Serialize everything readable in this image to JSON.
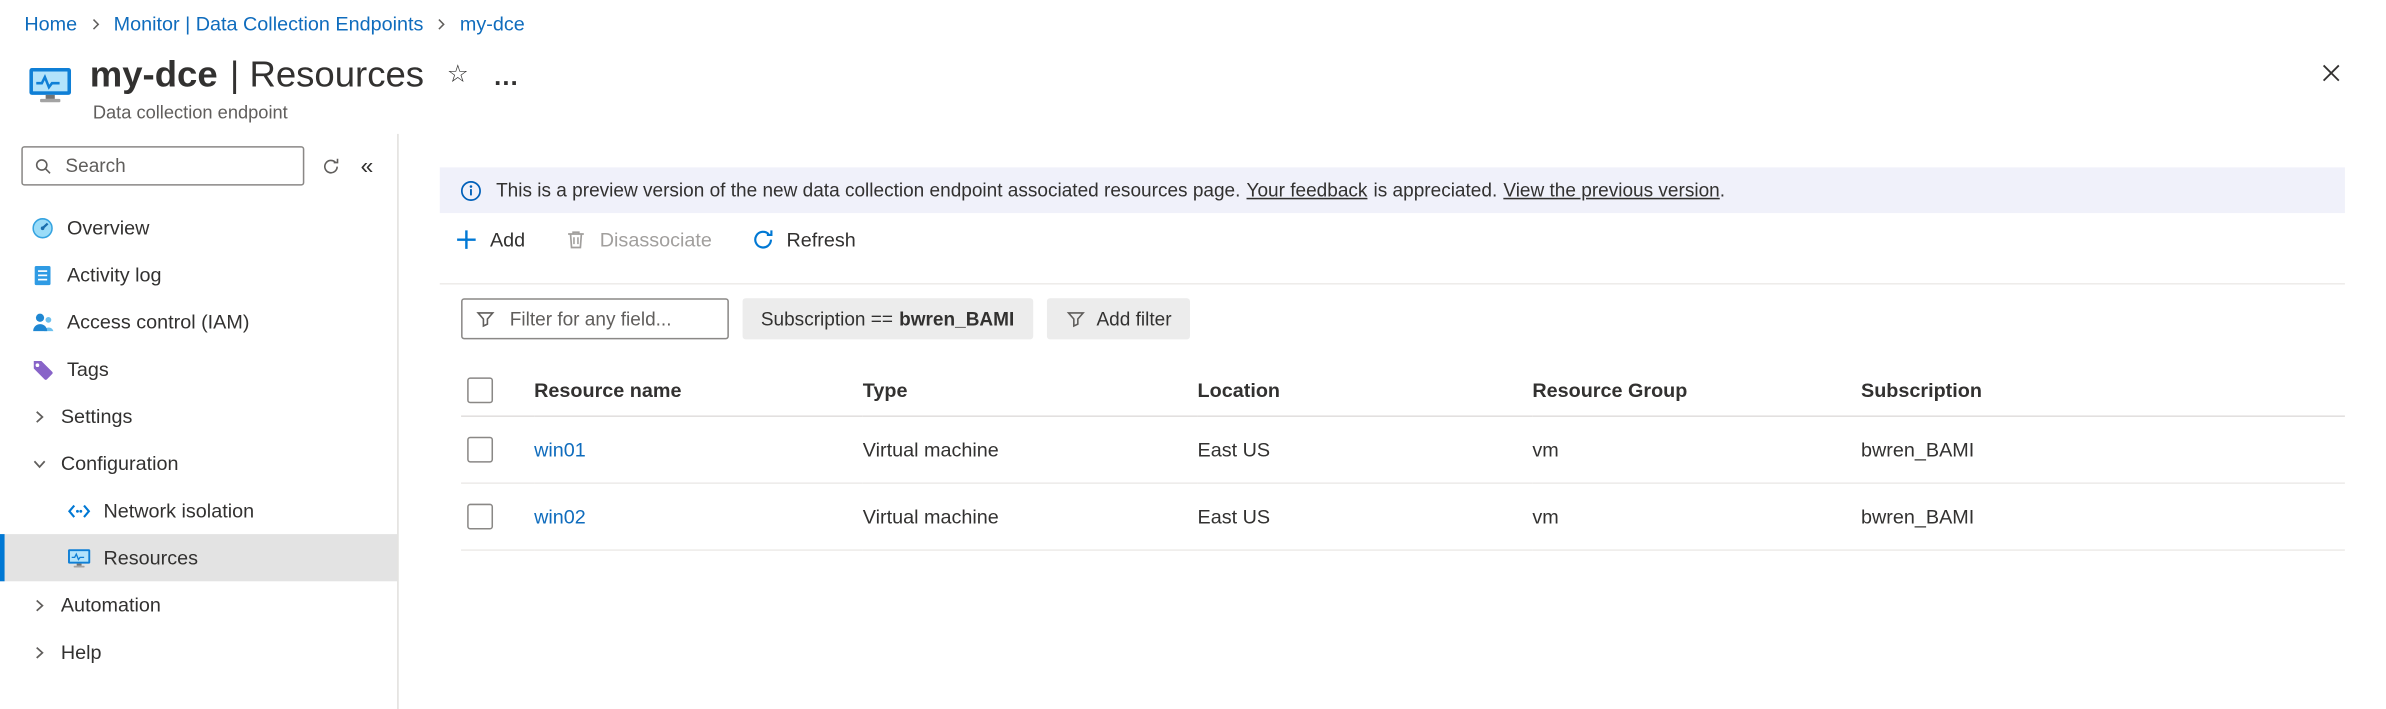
{
  "breadcrumb": {
    "items": [
      "Home",
      "Monitor | Data Collection Endpoints",
      "my-dce"
    ]
  },
  "header": {
    "title": "my-dce",
    "title_section": "| Resources",
    "subtitle": "Data collection endpoint"
  },
  "icons": {
    "star": "☆",
    "more": "…",
    "collapse": "«"
  },
  "sidebar": {
    "search": {
      "placeholder": "Search"
    },
    "items": [
      {
        "label": "Overview"
      },
      {
        "label": "Activity log"
      },
      {
        "label": "Access control (IAM)"
      },
      {
        "label": "Tags"
      },
      {
        "label": "Settings"
      },
      {
        "label": "Configuration"
      },
      {
        "label": "Network isolation"
      },
      {
        "label": "Resources"
      },
      {
        "label": "Automation"
      },
      {
        "label": "Help"
      }
    ]
  },
  "banner": {
    "message": "This is a preview version of the new data collection endpoint associated resources page.",
    "feedback_link": "Your feedback",
    "middle": "is appreciated.",
    "previous_link": "View the previous version",
    "suffix": "."
  },
  "toolbar": {
    "add": "Add",
    "disassociate": "Disassociate",
    "refresh": "Refresh"
  },
  "filter_bar": {
    "placeholder": "Filter for any field...",
    "subscription_label": "Subscription ==",
    "subscription_value": "bwren_BAMI",
    "add_filter": "Add filter"
  },
  "table": {
    "columns": [
      "Resource name",
      "Type",
      "Location",
      "Resource Group",
      "Subscription"
    ],
    "rows": [
      {
        "name": "win01",
        "type": "Virtual machine",
        "location": "East US",
        "resource_group": "vm",
        "subscription": "bwren_BAMI"
      },
      {
        "name": "win02",
        "type": "Virtual machine",
        "location": "East US",
        "resource_group": "vm",
        "subscription": "bwren_BAMI"
      }
    ]
  },
  "colors": {
    "accent": "#0078d4",
    "link": "#0f6cbd",
    "banner_bg": "#f0f1fa",
    "selected_item_bg": "#e3e3e3",
    "disabled_text": "#a19f9d",
    "text": "#323130"
  }
}
